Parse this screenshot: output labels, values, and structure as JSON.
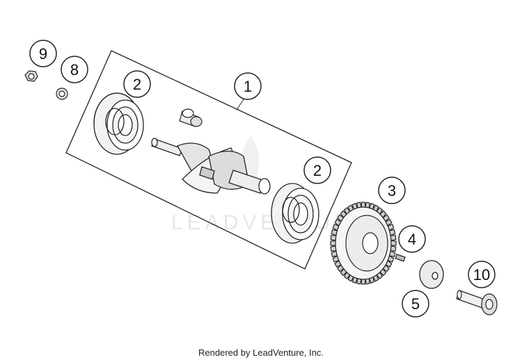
{
  "diagram": {
    "watermark": "LEADVENTURE",
    "footer_text": "Rendered by LeadVenture, Inc.",
    "callouts": [
      {
        "label": "9"
      },
      {
        "label": "8"
      },
      {
        "label": "2"
      },
      {
        "label": "1"
      },
      {
        "label": "2"
      },
      {
        "label": "3"
      },
      {
        "label": "4"
      },
      {
        "label": "10"
      },
      {
        "label": "5"
      }
    ]
  }
}
